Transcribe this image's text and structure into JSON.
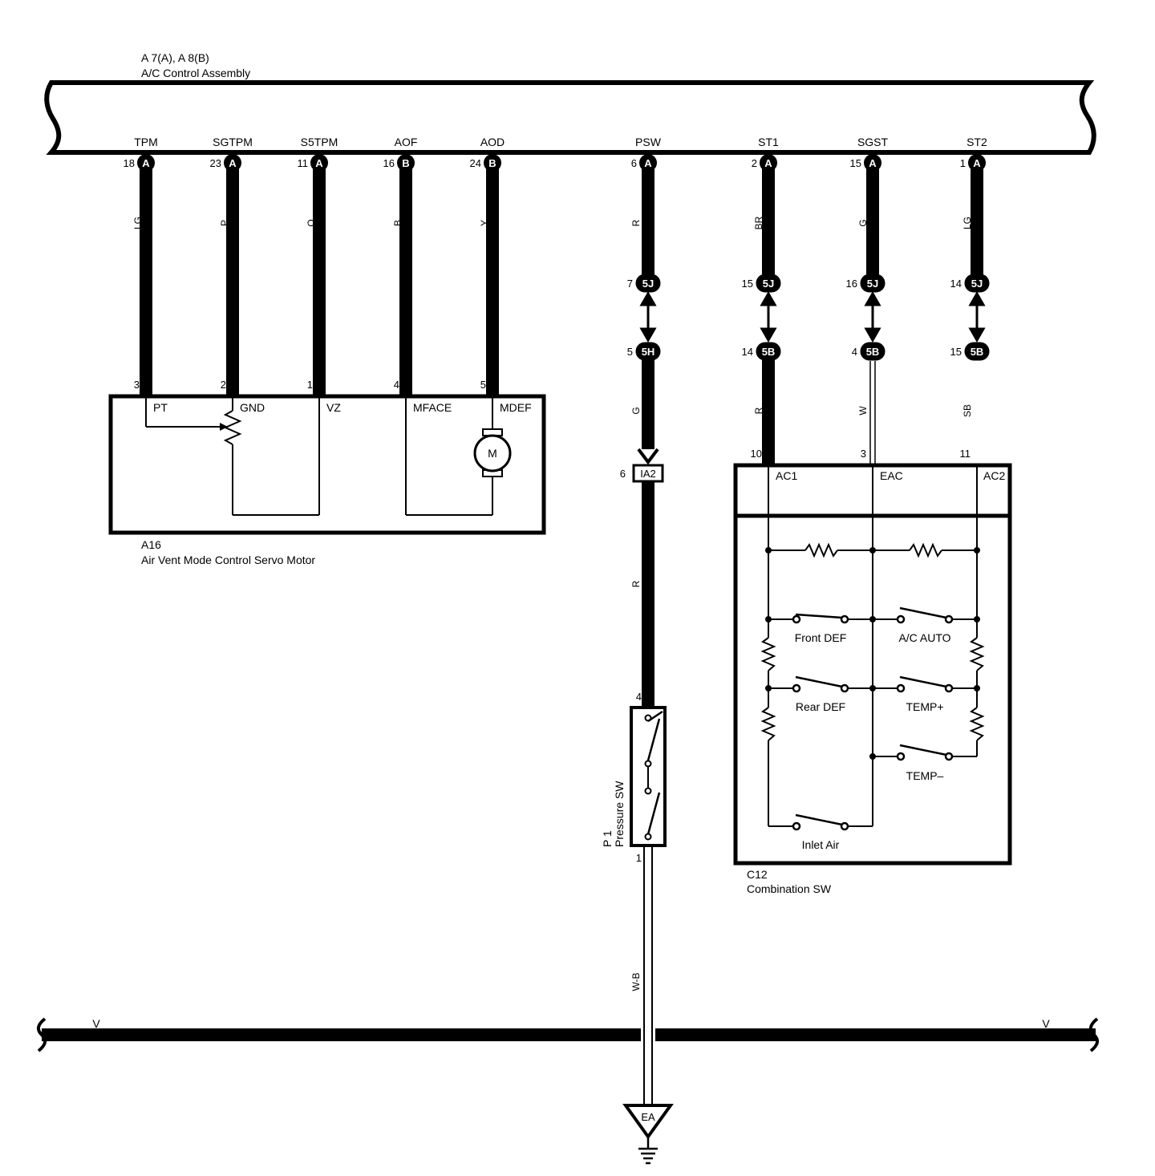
{
  "ac_assembly": {
    "connector_ref": "A 7(A), A 8(B)",
    "name": "A/C Control Assembly",
    "terminals": [
      {
        "name": "TPM",
        "pin": "18",
        "conn": "A"
      },
      {
        "name": "SGTPM",
        "pin": "23",
        "conn": "A"
      },
      {
        "name": "S5TPM",
        "pin": "11",
        "conn": "A"
      },
      {
        "name": "AOF",
        "pin": "16",
        "conn": "B"
      },
      {
        "name": "AOD",
        "pin": "24",
        "conn": "B"
      },
      {
        "name": "PSW",
        "pin": "6",
        "conn": "A"
      },
      {
        "name": "ST1",
        "pin": "2",
        "conn": "A"
      },
      {
        "name": "SGST",
        "pin": "15",
        "conn": "A"
      },
      {
        "name": "ST2",
        "pin": "1",
        "conn": "A"
      }
    ]
  },
  "wire_colors": {
    "tpm": "LG",
    "sgtpm": "P",
    "s5tpm": "O",
    "aof": "B",
    "aod": "Y",
    "psw_upper": "R",
    "psw_mid": "G",
    "psw_lower": "R",
    "ground": "W-B",
    "st1_upper": "BR",
    "st1_lower": "R",
    "sgst_upper": "G",
    "sgst_lower": "W",
    "st2_upper": "LG",
    "st2_lower": "SB"
  },
  "junctions": {
    "psw_5j": {
      "pin": "7",
      "tag": "5J"
    },
    "psw_5h": {
      "pin": "5",
      "tag": "5H"
    },
    "st1_5j": {
      "pin": "15",
      "tag": "5J"
    },
    "st1_5b": {
      "pin": "14",
      "tag": "5B"
    },
    "sgst_5j": {
      "pin": "16",
      "tag": "5J"
    },
    "sgst_5b": {
      "pin": "4",
      "tag": "5B"
    },
    "st2_5j": {
      "pin": "14",
      "tag": "5J"
    },
    "st2_5b": {
      "pin": "15",
      "tag": "5B"
    },
    "ia2": {
      "pin": "6",
      "tag": "IA2"
    }
  },
  "servo": {
    "ref": "A16",
    "name": "Air Vent Mode Control Servo Motor",
    "pins": [
      "3",
      "2",
      "1",
      "4",
      "5"
    ],
    "terminals": [
      "PT",
      "GND",
      "VZ",
      "MFACE",
      "MDEF"
    ],
    "motor": "M"
  },
  "pressure_sw": {
    "ref": "P 1",
    "name": "Pressure SW",
    "pin_top": "4",
    "pin_bottom": "1"
  },
  "combination_sw": {
    "ref": "C12",
    "name": "Combination SW",
    "pins": [
      "10",
      "3",
      "11"
    ],
    "terminals": [
      "AC1",
      "EAC",
      "AC2"
    ],
    "switches": [
      "Front DEF",
      "A/C AUTO",
      "Rear DEF",
      "TEMP+",
      "TEMP–",
      "Inlet Air"
    ]
  },
  "bus": {
    "left": "V",
    "right": "V"
  },
  "ground": {
    "tag": "EA"
  }
}
